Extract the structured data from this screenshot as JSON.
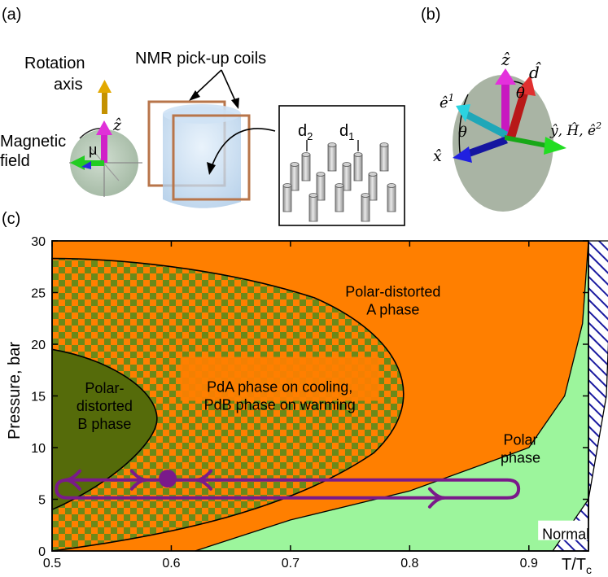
{
  "panel_a": {
    "label": "(a)",
    "rotation_axis": "Rotation\naxis",
    "magnetic_field": "Magnetic\nfield",
    "mu": "μ",
    "z_hat": "ẑ",
    "nmr_label": "NMR pick-up coils",
    "d2": "d",
    "d2_sub": "2",
    "d1": "d",
    "d1_sub": "1"
  },
  "panel_b": {
    "label": "(b)",
    "z_hat": "ẑ",
    "d_hat": "d̂",
    "e1": "ê",
    "e1_sup": "1",
    "theta1": "θ",
    "theta2": "θ",
    "x_hat": "x̂",
    "y_group": "ŷ, Ĥ, ê",
    "y_group_sup": "2"
  },
  "panel_c": {
    "label": "(c)",
    "regions": {
      "pda": "Polar-distorted\nA phase",
      "pdb": "Polar-\ndistorted\nB phase",
      "checker": "PdA phase on cooling,\nPdB phase on warming",
      "polar": "Polar\nphase",
      "normal": "Normal"
    },
    "colors": {
      "pda": "#ff7f00",
      "pdb": "#556b0a",
      "polar": "#9cf59c",
      "normal_hatch": "#1a1aa0",
      "path": "#7a1a8a"
    }
  },
  "chart_data": {
    "type": "area",
    "xlabel": "T/T",
    "xlabel_sub": "c",
    "ylabel": "Pressure, bar",
    "xlim": [
      0.5,
      0.95
    ],
    "ylim": [
      0,
      30
    ],
    "xticks": [
      0.5,
      0.6,
      0.7,
      0.8,
      0.9
    ],
    "yticks": [
      0,
      5,
      10,
      15,
      20,
      25,
      30
    ],
    "boundaries": [
      {
        "name": "PdA/Polar",
        "points": [
          [
            0.62,
            0
          ],
          [
            0.7,
            3
          ],
          [
            0.8,
            5.8
          ],
          [
            0.9,
            10
          ],
          [
            0.93,
            15
          ],
          [
            0.945,
            22
          ],
          [
            0.95,
            30
          ]
        ]
      },
      {
        "name": "Normal",
        "points": [
          [
            0.92,
            0
          ],
          [
            0.95,
            5
          ],
          [
            0.965,
            15
          ],
          [
            0.97,
            30
          ]
        ]
      },
      {
        "name": "Checker outer",
        "points": [
          [
            0.5,
            0
          ],
          [
            0.65,
            3
          ],
          [
            0.75,
            7
          ],
          [
            0.8,
            15
          ],
          [
            0.75,
            23
          ],
          [
            0.65,
            26.5
          ],
          [
            0.5,
            28.3
          ]
        ]
      },
      {
        "name": "PdB",
        "points": [
          [
            0.5,
            4
          ],
          [
            0.56,
            8
          ],
          [
            0.59,
            13
          ],
          [
            0.56,
            17.5
          ],
          [
            0.5,
            19.5
          ]
        ]
      }
    ],
    "path": {
      "p": 6,
      "t_min": 0.505,
      "t_max": 0.89,
      "point": [
        0.597,
        7
      ]
    }
  }
}
